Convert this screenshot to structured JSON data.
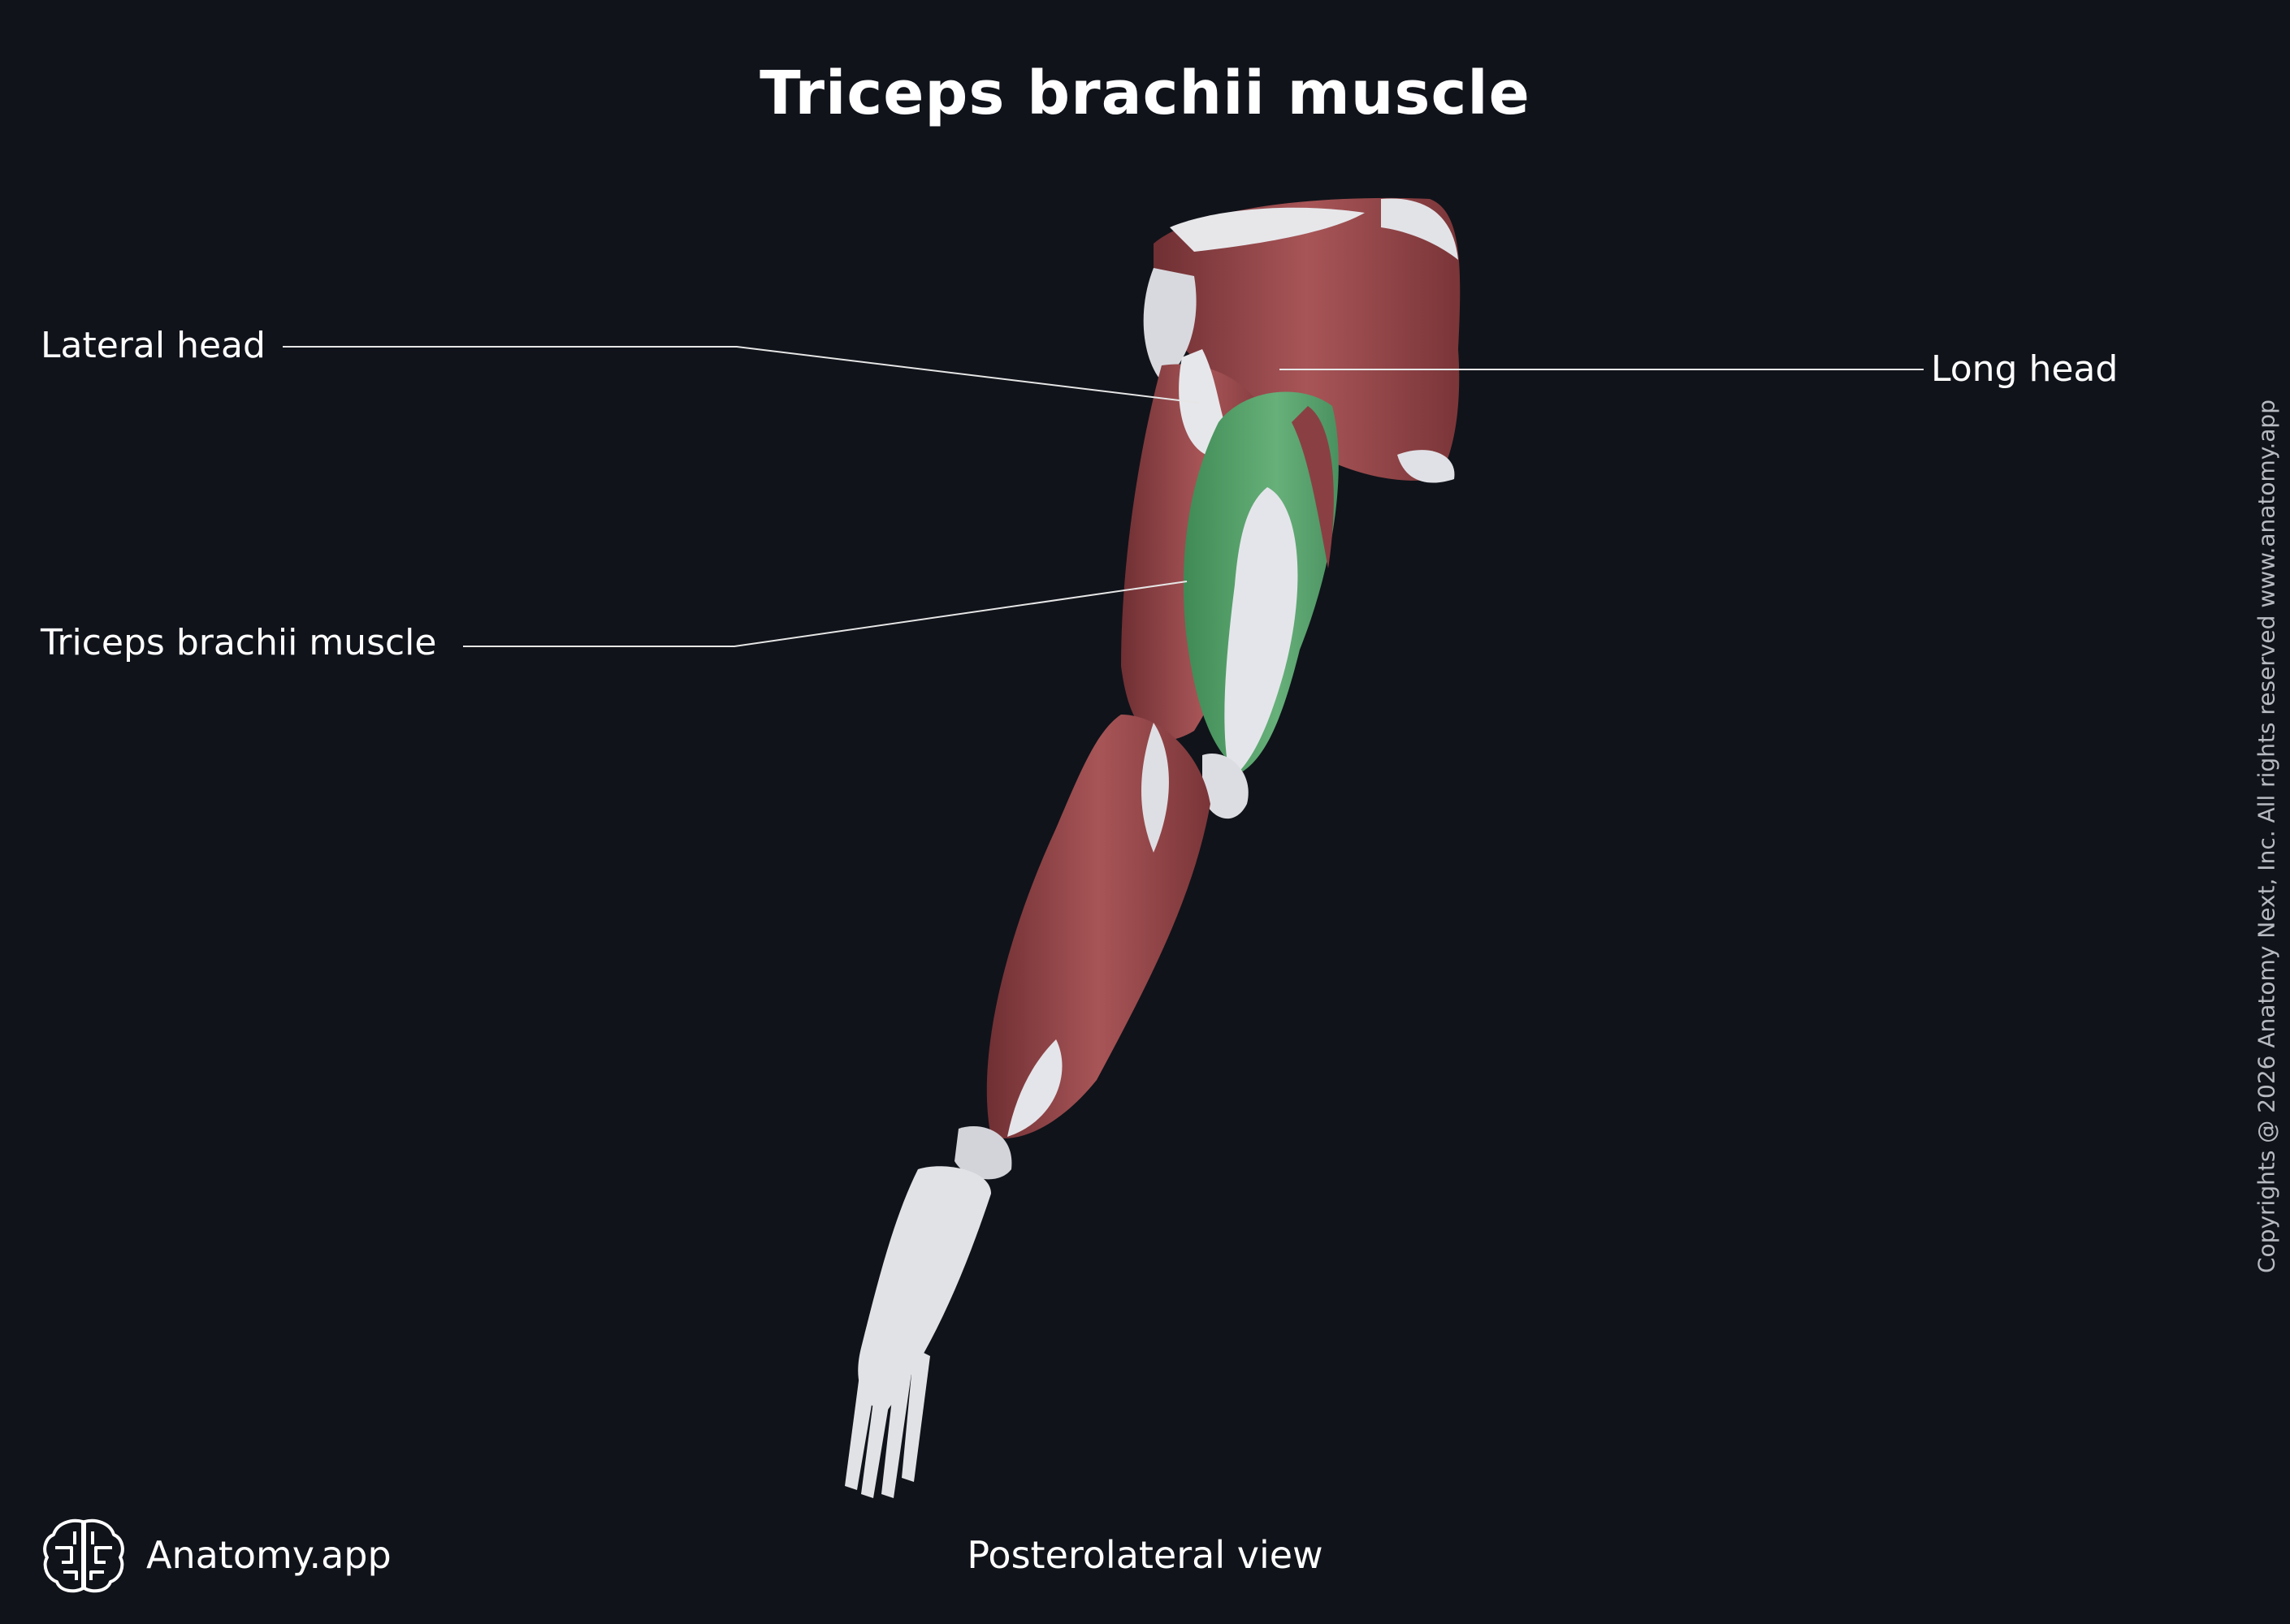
{
  "title": "Triceps brachii muscle",
  "labels": {
    "lateral_head": "Lateral head",
    "long_head": "Long head",
    "triceps": "Triceps brachii muscle"
  },
  "view": "Posterolateral view",
  "brand": "Anatomy.app",
  "copyright": "Copyrights @ 2026 Anatomy Next, Inc. All rights reserved www.anatomy.app",
  "colors": {
    "background": "#10131a",
    "muscle": "#9a4a4c",
    "highlight": "#55a06a",
    "bone_tendon": "#dcdde2",
    "leader_line": "#e6e6e6"
  }
}
